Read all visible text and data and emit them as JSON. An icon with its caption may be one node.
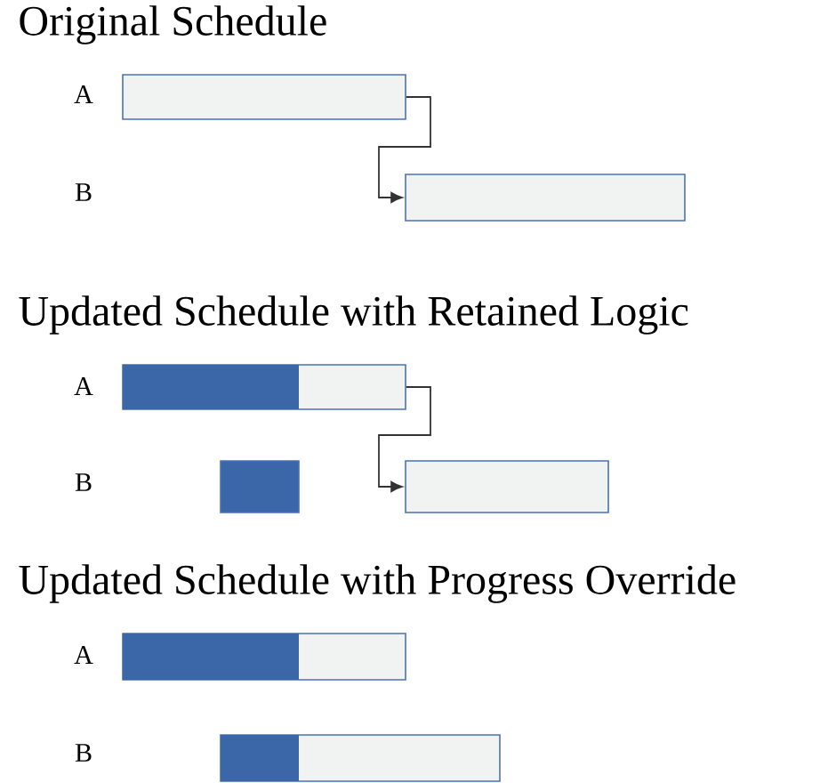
{
  "diagram": {
    "nodes": [
      {
        "text": [],
        "shape": "bar"
      },
      {
        "text": [],
        "shape": "bar"
      },
      {
        "text": [],
        "shape": "bar"
      },
      {
        "text": [],
        "shape": "bar"
      },
      {
        "text": [],
        "shape": "bar"
      },
      {
        "text": [],
        "shape": "bar"
      },
      {
        "text": [],
        "shape": "bar"
      }
    ],
    "edges": [
      {
        "from": 0,
        "to": 1,
        "arrow": "to"
      },
      {
        "from": 2,
        "to": 4,
        "arrow": "to"
      }
    ],
    "labels": [
      "Original Schedule",
      "A",
      "B",
      "Updated Schedule with Retained Logic",
      "A",
      "B",
      "Updated Schedule with Progress Override",
      "A",
      "B"
    ]
  }
}
